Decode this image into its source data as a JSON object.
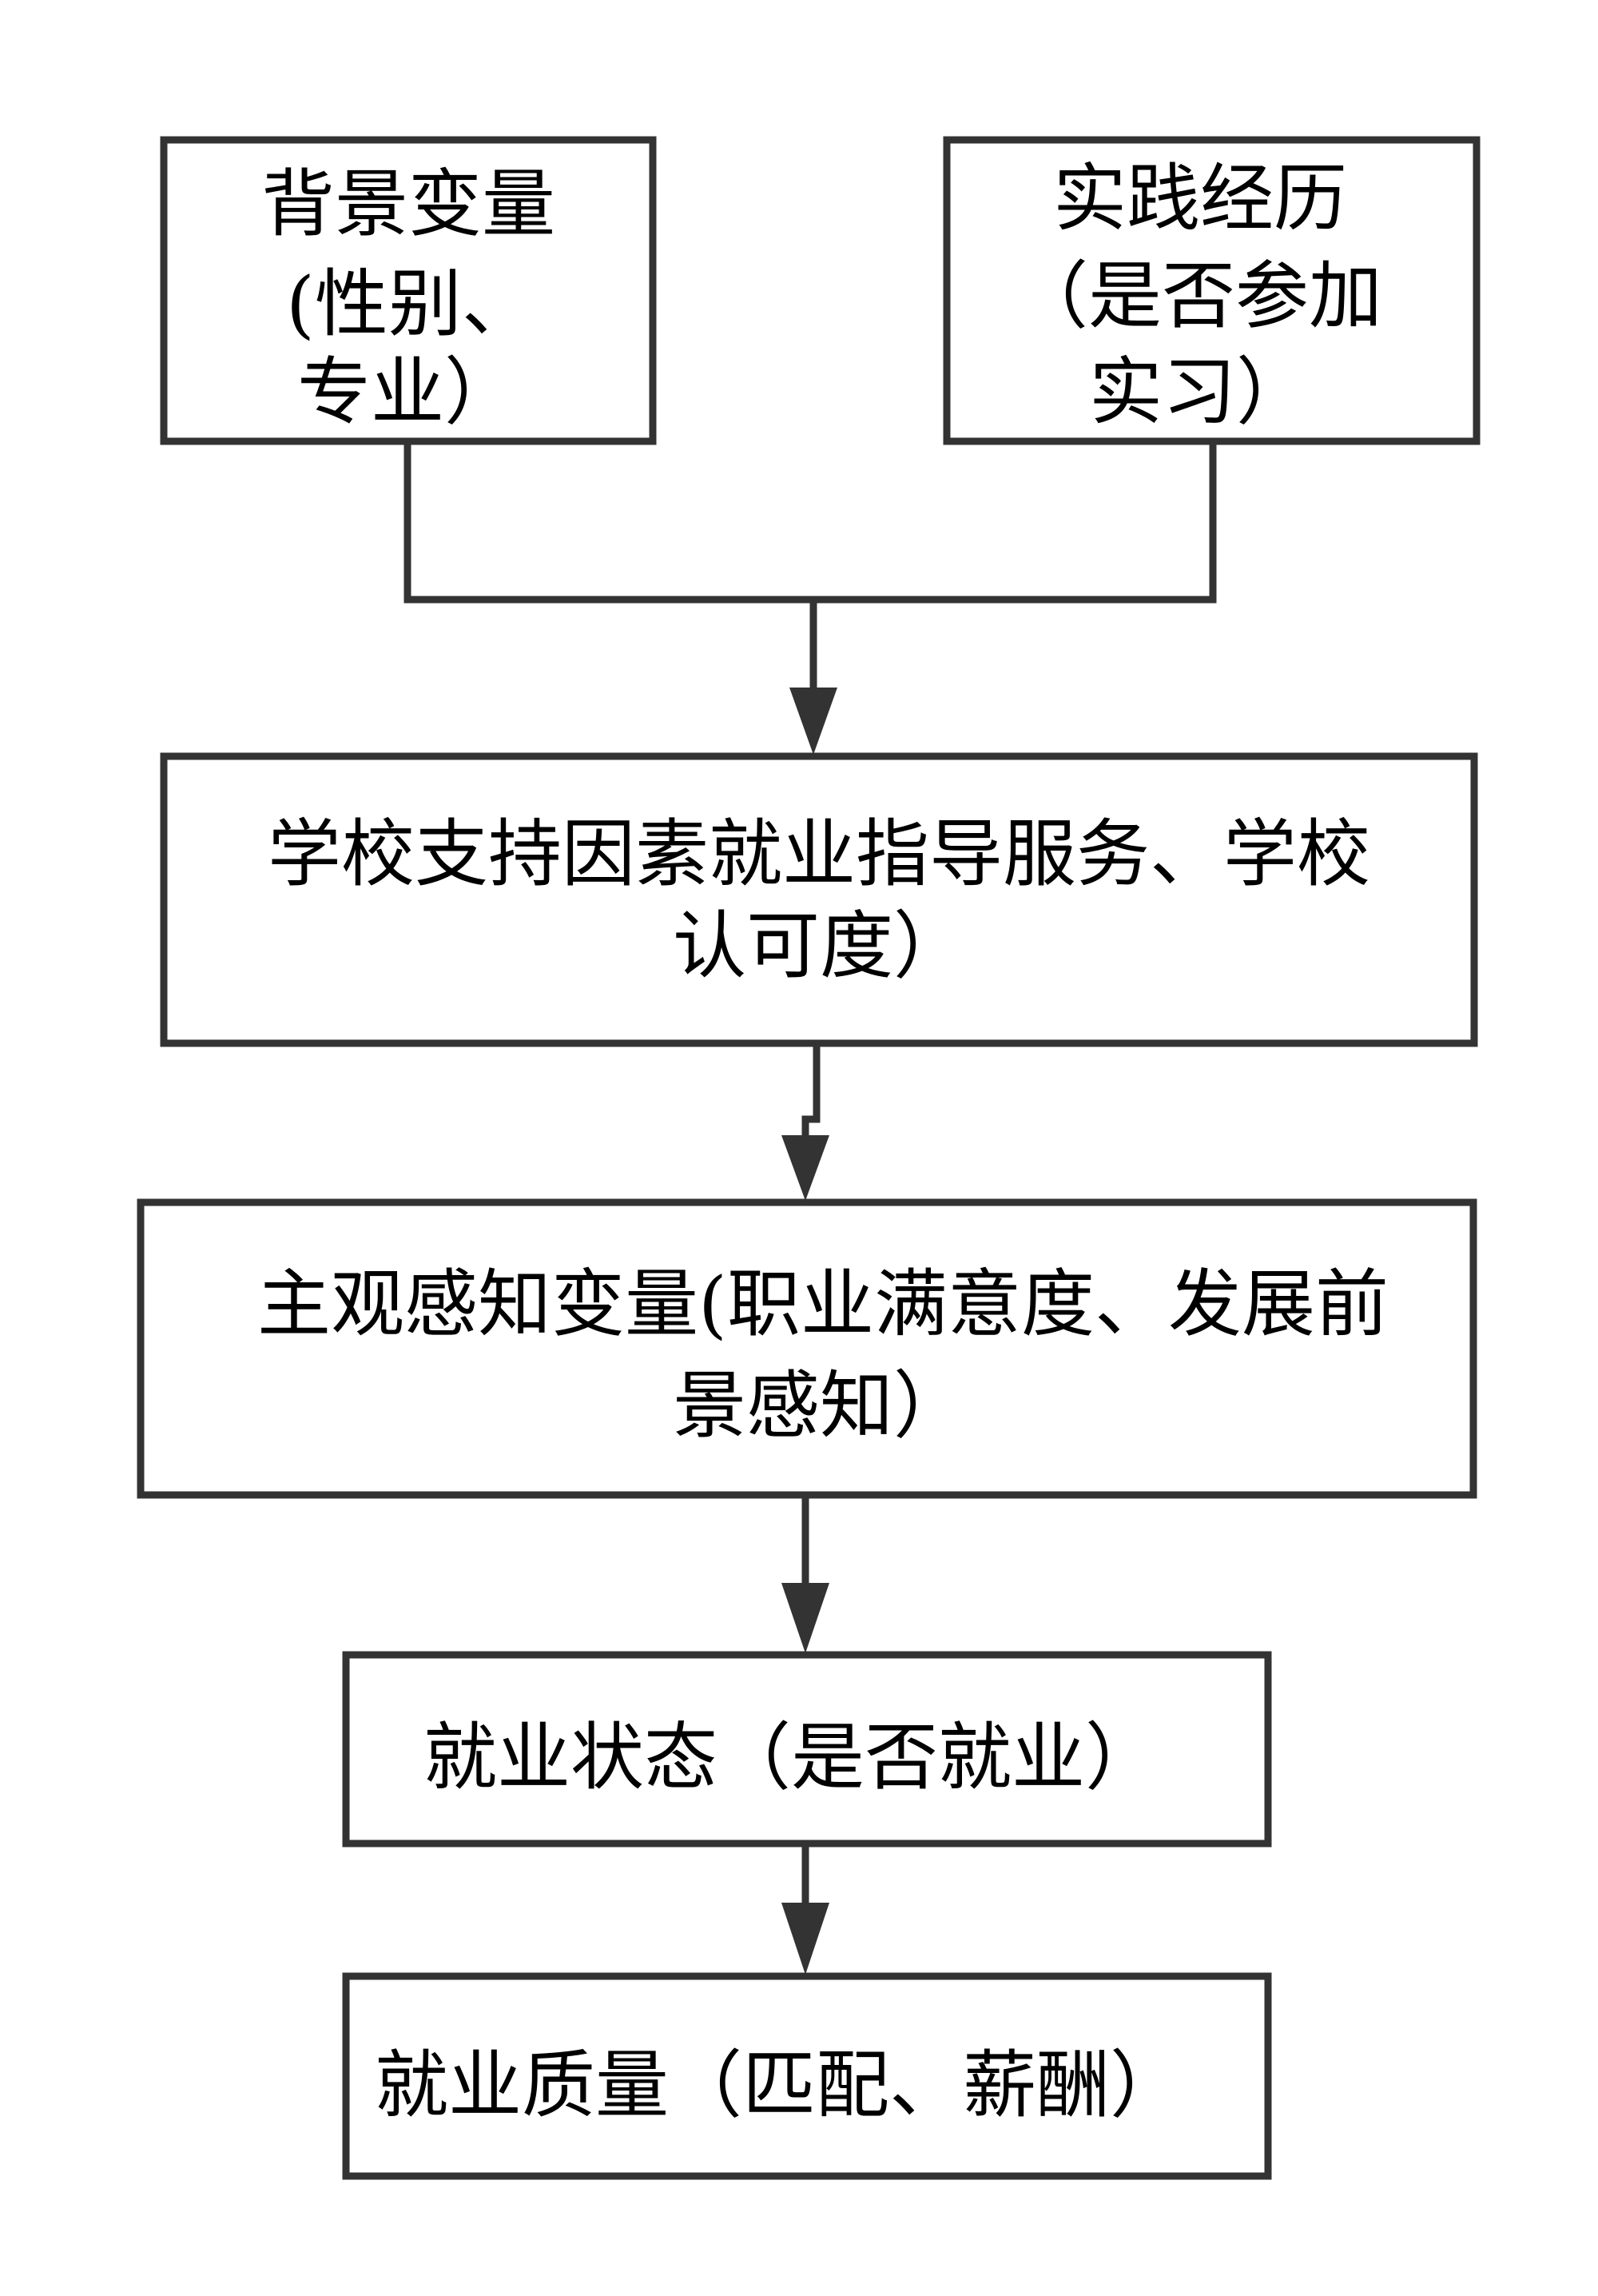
{
  "nodes": [
    {
      "id": "background",
      "lines": [
        "背景变量",
        "(性别、",
        "专业）"
      ]
    },
    {
      "id": "practice",
      "lines": [
        "实践经历",
        "（是否参加",
        "实习）"
      ]
    },
    {
      "id": "school",
      "lines": [
        "学校支持因素就业指导服务、学校",
        "认可度）"
      ]
    },
    {
      "id": "perception",
      "lines": [
        "主观感知变量(职业满意度、发展前",
        "景感知）"
      ]
    },
    {
      "id": "status",
      "lines": [
        "就业状态（是否就业）"
      ]
    },
    {
      "id": "quality",
      "lines": [
        "就业质量（匹配、薪酬）"
      ]
    }
  ],
  "edges": [
    {
      "from": [
        "background",
        "practice"
      ],
      "to": "school"
    },
    {
      "from": [
        "school"
      ],
      "to": "perception"
    },
    {
      "from": [
        "perception"
      ],
      "to": "status"
    },
    {
      "from": [
        "status"
      ],
      "to": "quality"
    }
  ]
}
